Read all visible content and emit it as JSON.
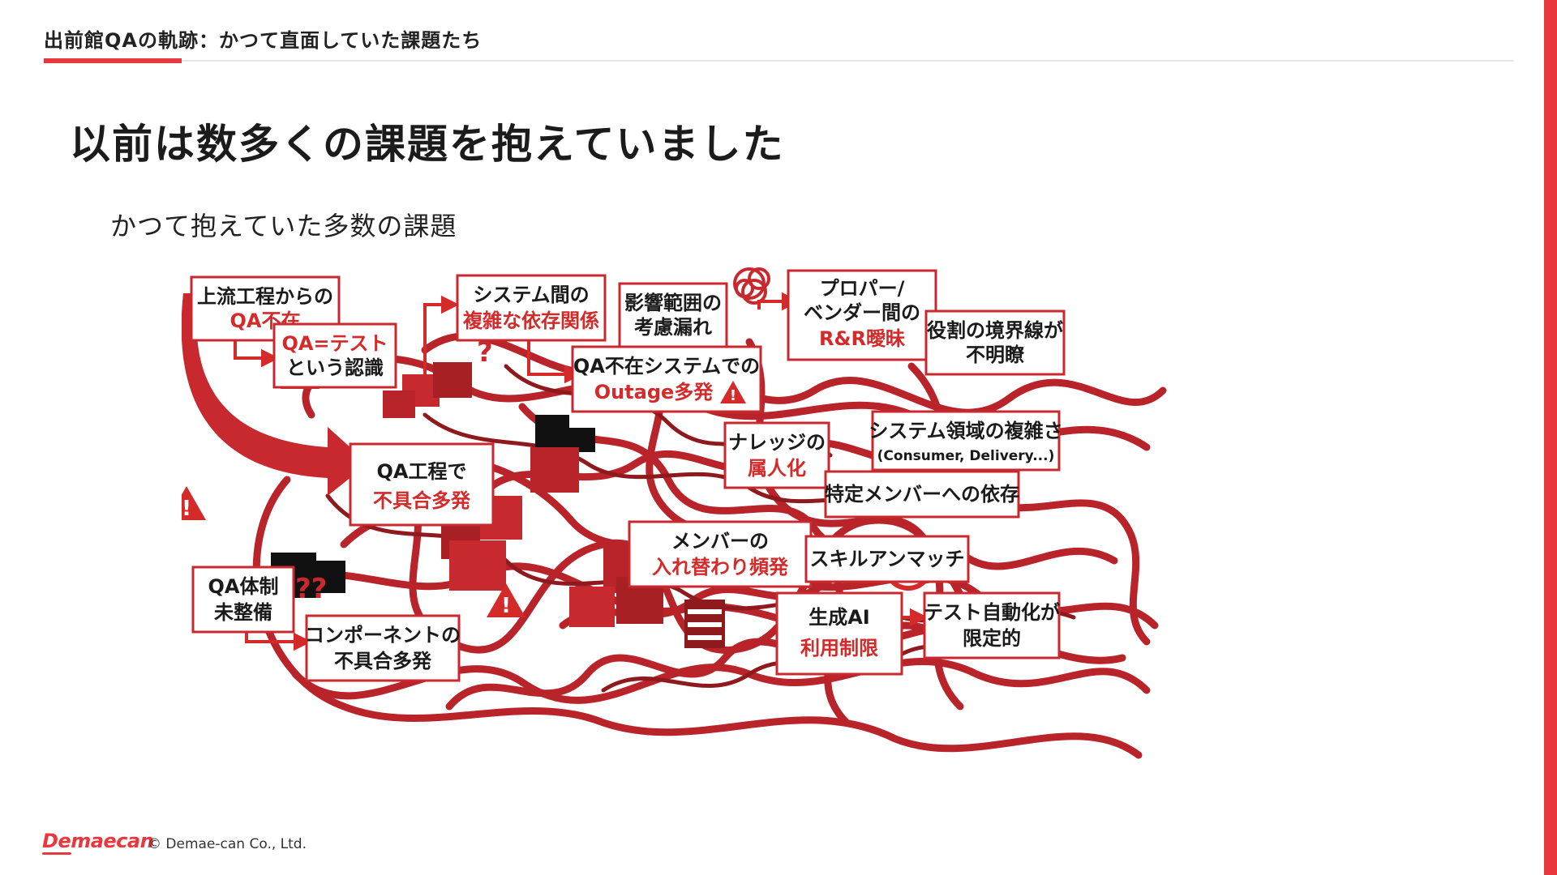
{
  "header": {
    "title": "出前館QAの軌跡：かつて直面していた課題たち"
  },
  "slide": {
    "title": "以前は数多くの課題を抱えていました",
    "subtitle": "かつて抱えていた多数の課題"
  },
  "illustration": {
    "boxes": {
      "upstream": [
        "上流工程からの",
        "QA不在"
      ],
      "qa_test": [
        "QA=テスト",
        "という認識"
      ],
      "system_deps": [
        "システム間の",
        "複雑な依存関係"
      ],
      "impact": [
        "影響範囲の",
        "考慮漏れ"
      ],
      "proper_vendor": [
        "プロパー/",
        "ベンダー間の",
        "R&R曖昧"
      ],
      "roles": [
        "役割の境界線が",
        "不明瞭"
      ],
      "outage": [
        "QA不在システムでの",
        "Outage多発"
      ],
      "qa_process": [
        "QA工程で",
        "不具合多発"
      ],
      "knowledge": [
        "ナレッジの",
        "属人化"
      ],
      "system_domain": [
        "システム領域の複雑さ",
        "(Consumer, Delivery...)"
      ],
      "specific_member": [
        "特定メンバーへの依存"
      ],
      "member_turnover": [
        "メンバーの",
        "入れ替わり頻発"
      ],
      "skill_mismatch": [
        "スキルアンマッチ"
      ],
      "qa_structure": [
        "QA体制",
        "未整備"
      ],
      "component": [
        "コンポーネントの",
        "不具合多発"
      ],
      "gen_ai": [
        "生成AI",
        "利用制限"
      ],
      "test_automation": [
        "テスト自動化が",
        "限定的"
      ]
    },
    "marks": {
      "question": "?",
      "question_double": "??",
      "warning": "!"
    }
  },
  "colors": {
    "accent": "#e8383d",
    "tangle": "#b8242a",
    "tangle_dark": "#8e1a1e",
    "text": "#1b1b1b"
  },
  "footer": {
    "logo": "Demaecan",
    "copyright": "© Demae-can Co., Ltd."
  }
}
